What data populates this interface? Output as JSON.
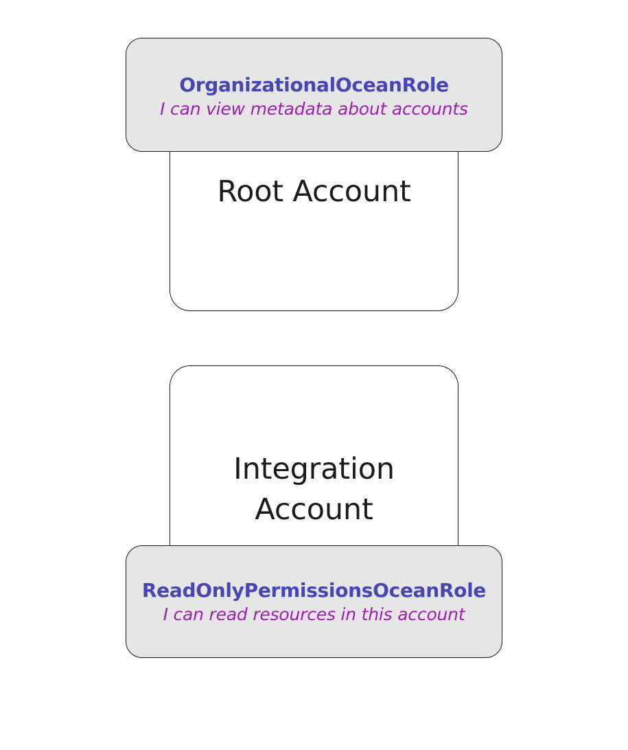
{
  "diagram": {
    "type": "account-role-diagram",
    "background_color": "#ffffff",
    "accounts": [
      {
        "id": "root-account",
        "label": "Root Account",
        "fill_color": "#ffffff",
        "border_color": "#1a1a1a",
        "role": {
          "id": "organizational-ocean-role",
          "name": "OrganizationalOceanRole",
          "description": "I can view metadata about accounts",
          "position": "top",
          "fill_color": "#e6e6e6",
          "name_color": "#4646b5",
          "description_color": "#9c1fb0"
        }
      },
      {
        "id": "integration-account",
        "label": "Integration Account",
        "fill_color": "#ffffff",
        "border_color": "#1a1a1a",
        "role": {
          "id": "read-only-permissions-ocean-role",
          "name": "ReadOnlyPermissionsOceanRole",
          "description": "I can read resources in this account",
          "position": "bottom",
          "fill_color": "#e6e6e6",
          "name_color": "#4646b5",
          "description_color": "#9c1fb0"
        }
      }
    ]
  }
}
